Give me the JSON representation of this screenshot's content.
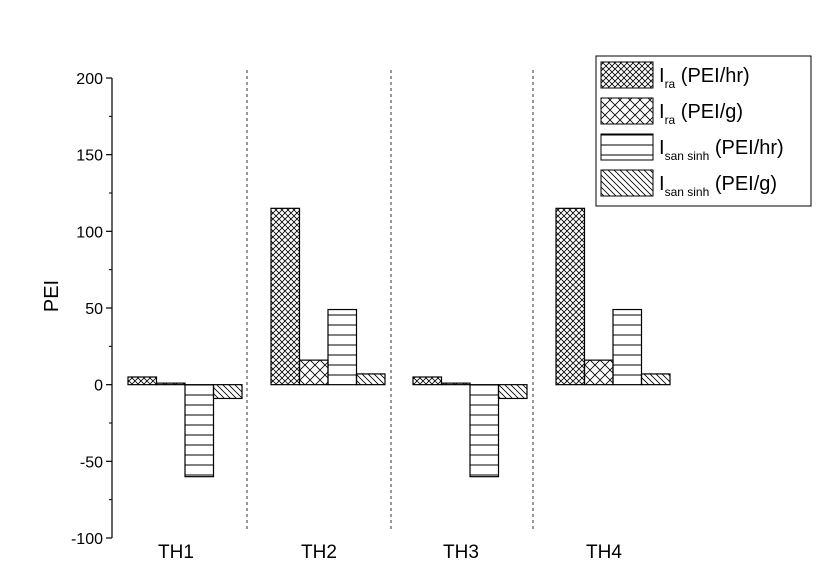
{
  "chart_data": {
    "type": "bar",
    "title": "",
    "xlabel": "",
    "ylabel": "PEI",
    "ylim": [
      -100,
      200
    ],
    "yticks": [
      200,
      150,
      100,
      50,
      0,
      -50,
      -100
    ],
    "categories": [
      "TH1",
      "TH2",
      "TH3",
      "TH4"
    ],
    "grid": false,
    "group_separators": "dashed",
    "legend_position": "top-right",
    "series": [
      {
        "name": "I(ra) (PEI/hr)",
        "label_main": "I",
        "label_sub": "ra",
        "label_unit": "(PEI/hr)",
        "pattern": "crosshatch-dense",
        "values": [
          5,
          115,
          5,
          115
        ]
      },
      {
        "name": "I(ra) (PEI/g)",
        "label_main": "I",
        "label_sub": "ra",
        "label_unit": "(PEI/g)",
        "pattern": "crosshatch-sparse",
        "values": [
          1,
          16,
          1,
          16
        ]
      },
      {
        "name": "I(san sinh) (PEI/hr)",
        "label_main": "I",
        "label_sub": "san sinh",
        "label_unit": "(PEI/hr)",
        "pattern": "horizontal-lines",
        "values": [
          -60,
          49,
          -60,
          49
        ]
      },
      {
        "name": "I(san sinh) (PEI/g)",
        "label_main": "I",
        "label_sub": "san sinh",
        "label_unit": "(PEI/g)",
        "pattern": "diagonal-lines",
        "values": [
          -9,
          7,
          -9,
          7
        ]
      }
    ]
  }
}
